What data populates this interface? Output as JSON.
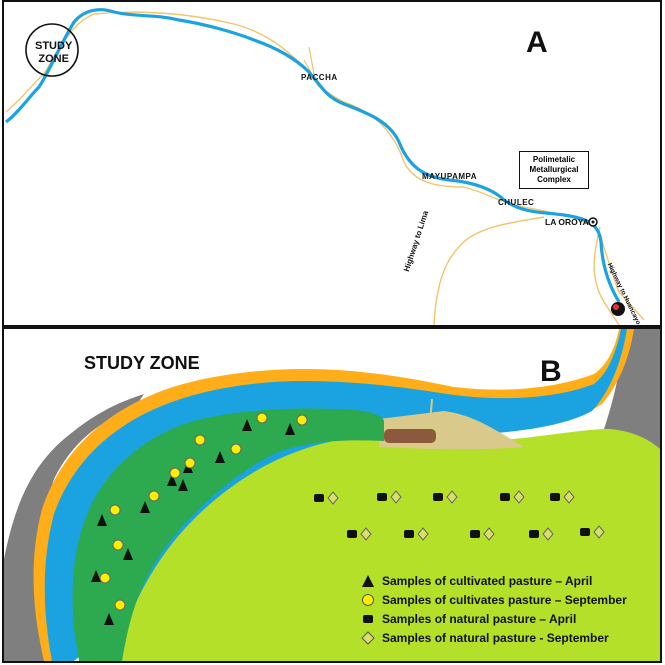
{
  "panel_a": {
    "letter": "A",
    "study_zone": [
      "STUDY",
      "ZONE"
    ],
    "places": {
      "paccha": "PACCHA",
      "mayupampa": "MAYUPAMPA",
      "chulec": "CHULEC",
      "la_oroya": "LA OROYA"
    },
    "complex": [
      "Polimetalic",
      "Metallurgical",
      "Complex"
    ],
    "roads": {
      "lima": "Highway to Lima",
      "huancayo": "Highway to Huancayo"
    }
  },
  "panel_b": {
    "letter": "B",
    "title": "STUDY ZONE",
    "legend": [
      {
        "symbol": "black-triangle",
        "label": "Samples of cultivated pasture – April"
      },
      {
        "symbol": "yellow-circle",
        "label": "Samples of cultivates pasture – September"
      },
      {
        "symbol": "black-square",
        "label": "Samples of natural pasture – April"
      },
      {
        "symbol": "gray-diamond",
        "label": "Samples of natural pasture - September"
      }
    ]
  },
  "colors": {
    "river": "#1aa3e0",
    "road": "#f2c46b",
    "cultivated": "#2daa4f",
    "natural": "#b5e02a",
    "rock": "#7f7f7f",
    "sample_circle": "#ffee00"
  }
}
